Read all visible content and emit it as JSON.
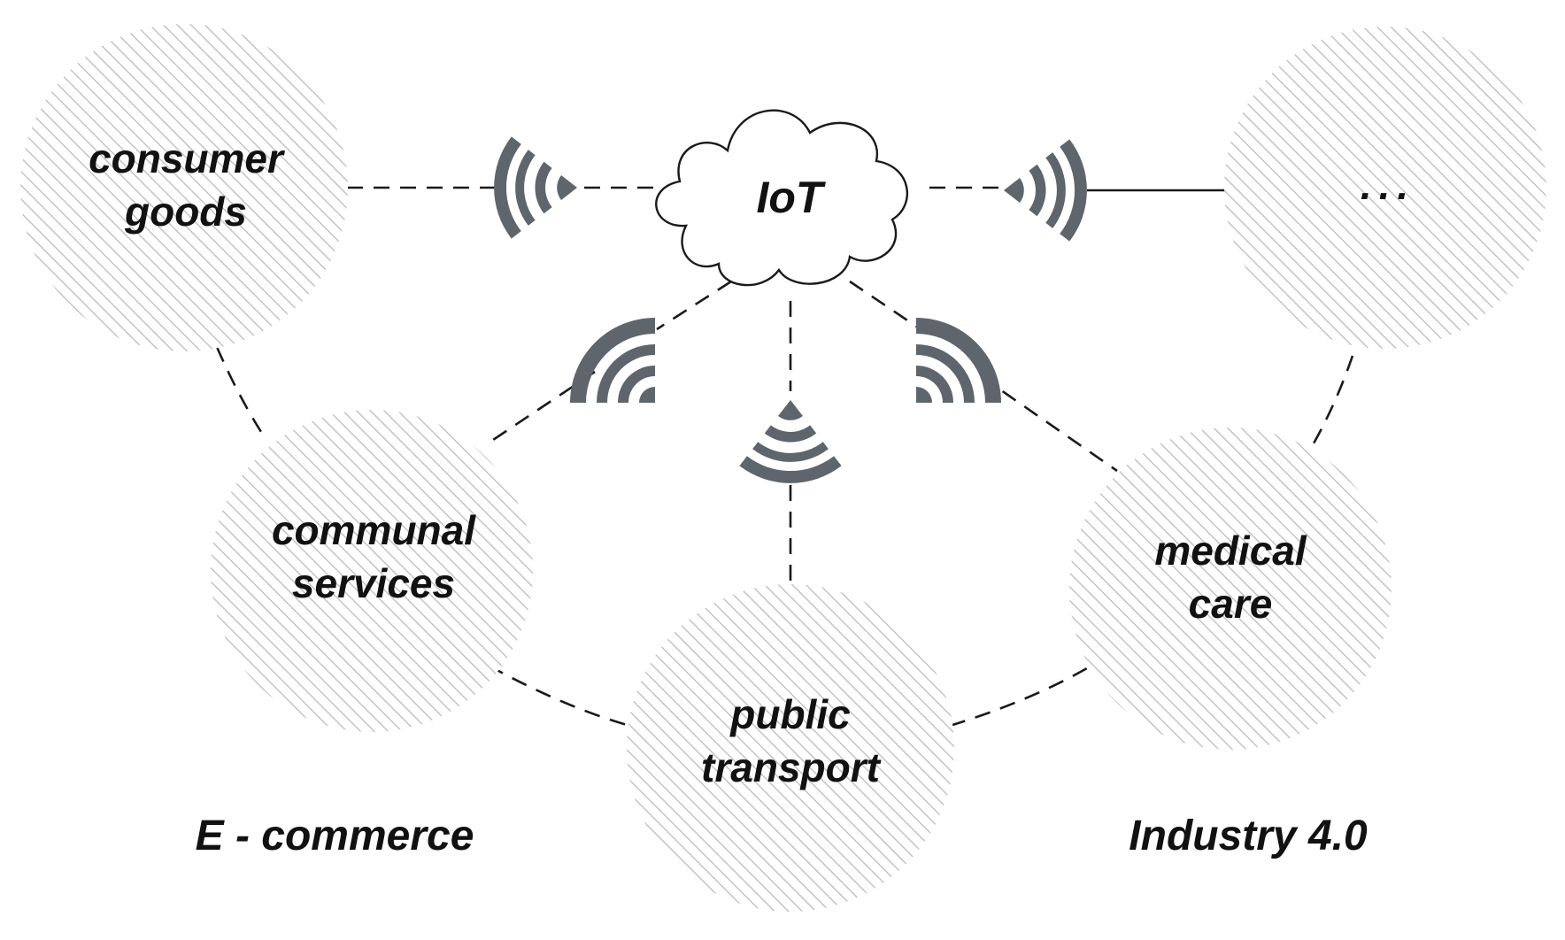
{
  "hub": {
    "label": "IoT"
  },
  "nodes": {
    "consumer_goods": {
      "line1": "consumer",
      "line2": "goods"
    },
    "communal_services": {
      "line1": "communal",
      "line2": "services"
    },
    "public_transport": {
      "line1": "public",
      "line2": "transport"
    },
    "medical_care": {
      "line1": "medical",
      "line2": "care"
    },
    "other": {
      "label": "..."
    }
  },
  "captions": {
    "left": "E - commerce",
    "right": "Industry 4.0"
  },
  "colors": {
    "antenna": "#5f656c",
    "hatch": "#c4c4c4",
    "line": "#1a1a1a"
  },
  "icons": [
    "wireless-signal-icon",
    "cloud-icon"
  ]
}
